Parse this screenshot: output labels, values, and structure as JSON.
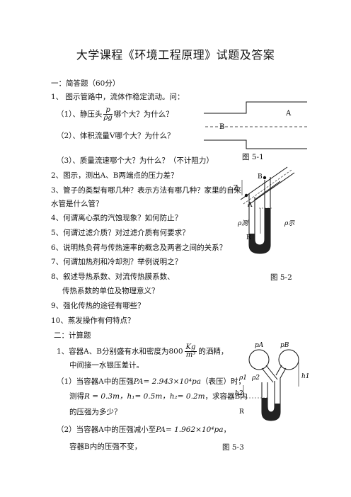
{
  "title": "大学课程《环境工程原理》试题及答案",
  "section1": {
    "heading": "一：简答题（60分）",
    "q1": "1、  图示管路中，流体作稳定流动。问：",
    "q1_1_pre": "（1）、静压头",
    "q1_1_num": "p",
    "q1_1_den": "ρg",
    "q1_1_post": "哪个大？为什么？",
    "q1_2": "（2）、体积流量V哪个大？为什么？",
    "q1_3": "（3）、质量流速哪个大？为什么？（不计阻力）",
    "q2": "2、图示，测出A、B两端点的压力差？",
    "q3a": "3、管子的类型有哪几种？表示方法有哪几种？家里的自来",
    "q3b": "水管是什么管？",
    "q4": "4、何谓离心泵的汽蚀现象？如何防止？",
    "q5": "5、何谓过滤介质？对过滤介质有何要求？",
    "q6": "6、说明热负荷与传热速率的概念及两者之间的关系？",
    "q7": "7、何谓加热剂和冷却剂？举例说明之？",
    "q8a": "8、叙述导热系数、对流传热膜系数、",
    "q8b": "传热系数的单位及物理意义？",
    "q9": "9、强化传热的途径有哪些？",
    "q10": "10、蒸发操作有何特点？"
  },
  "section2": {
    "heading": "二：计算题",
    "c1_pre": "1、容器A、B分别盛有水和密度为800",
    "c1_unit_num": "Kg",
    "c1_unit_den": "m³",
    "c1_post": "的洒精，",
    "c1_b": "中间接一水银压差计。",
    "c1_1_pre": "（1）当容器A中的压强",
    "c1_1_val": "PA= 2.943×10⁴pa",
    "c1_1_post": "（表压）时，",
    "c1_1b_pre": "测得",
    "c1_1b_vals": "R = 0.3m，h₁= 0.5m，h₂= 0.2m",
    "c1_1b_post": "，求容器B内",
    "c1_1c": "的压强为多少？",
    "c1_2_pre": "（2）当容器A中的压强减小至",
    "c1_2_val": "PA= 1.962×10⁴pa",
    "c1_2_post": "，",
    "c1_2b": "容器B内的压强不变，"
  },
  "figures": {
    "fig1": {
      "caption": "图 5-1",
      "label_a": "A",
      "label_b": "B"
    },
    "fig2": {
      "caption": "图 5-2",
      "label_b": "B",
      "label_z": "Z",
      "label_a": "A",
      "label_rho_meas": "ρ测",
      "label_rho_ind": "ρ示",
      "label_r": "R"
    },
    "fig3": {
      "caption": "图 5-3",
      "label_pa": "pA",
      "label_pb": "pB",
      "label_rho1": "ρ1",
      "label_rho2": "ρ2",
      "label_h1": "h1",
      "label_h2": "h2",
      "label_r": "R"
    }
  }
}
